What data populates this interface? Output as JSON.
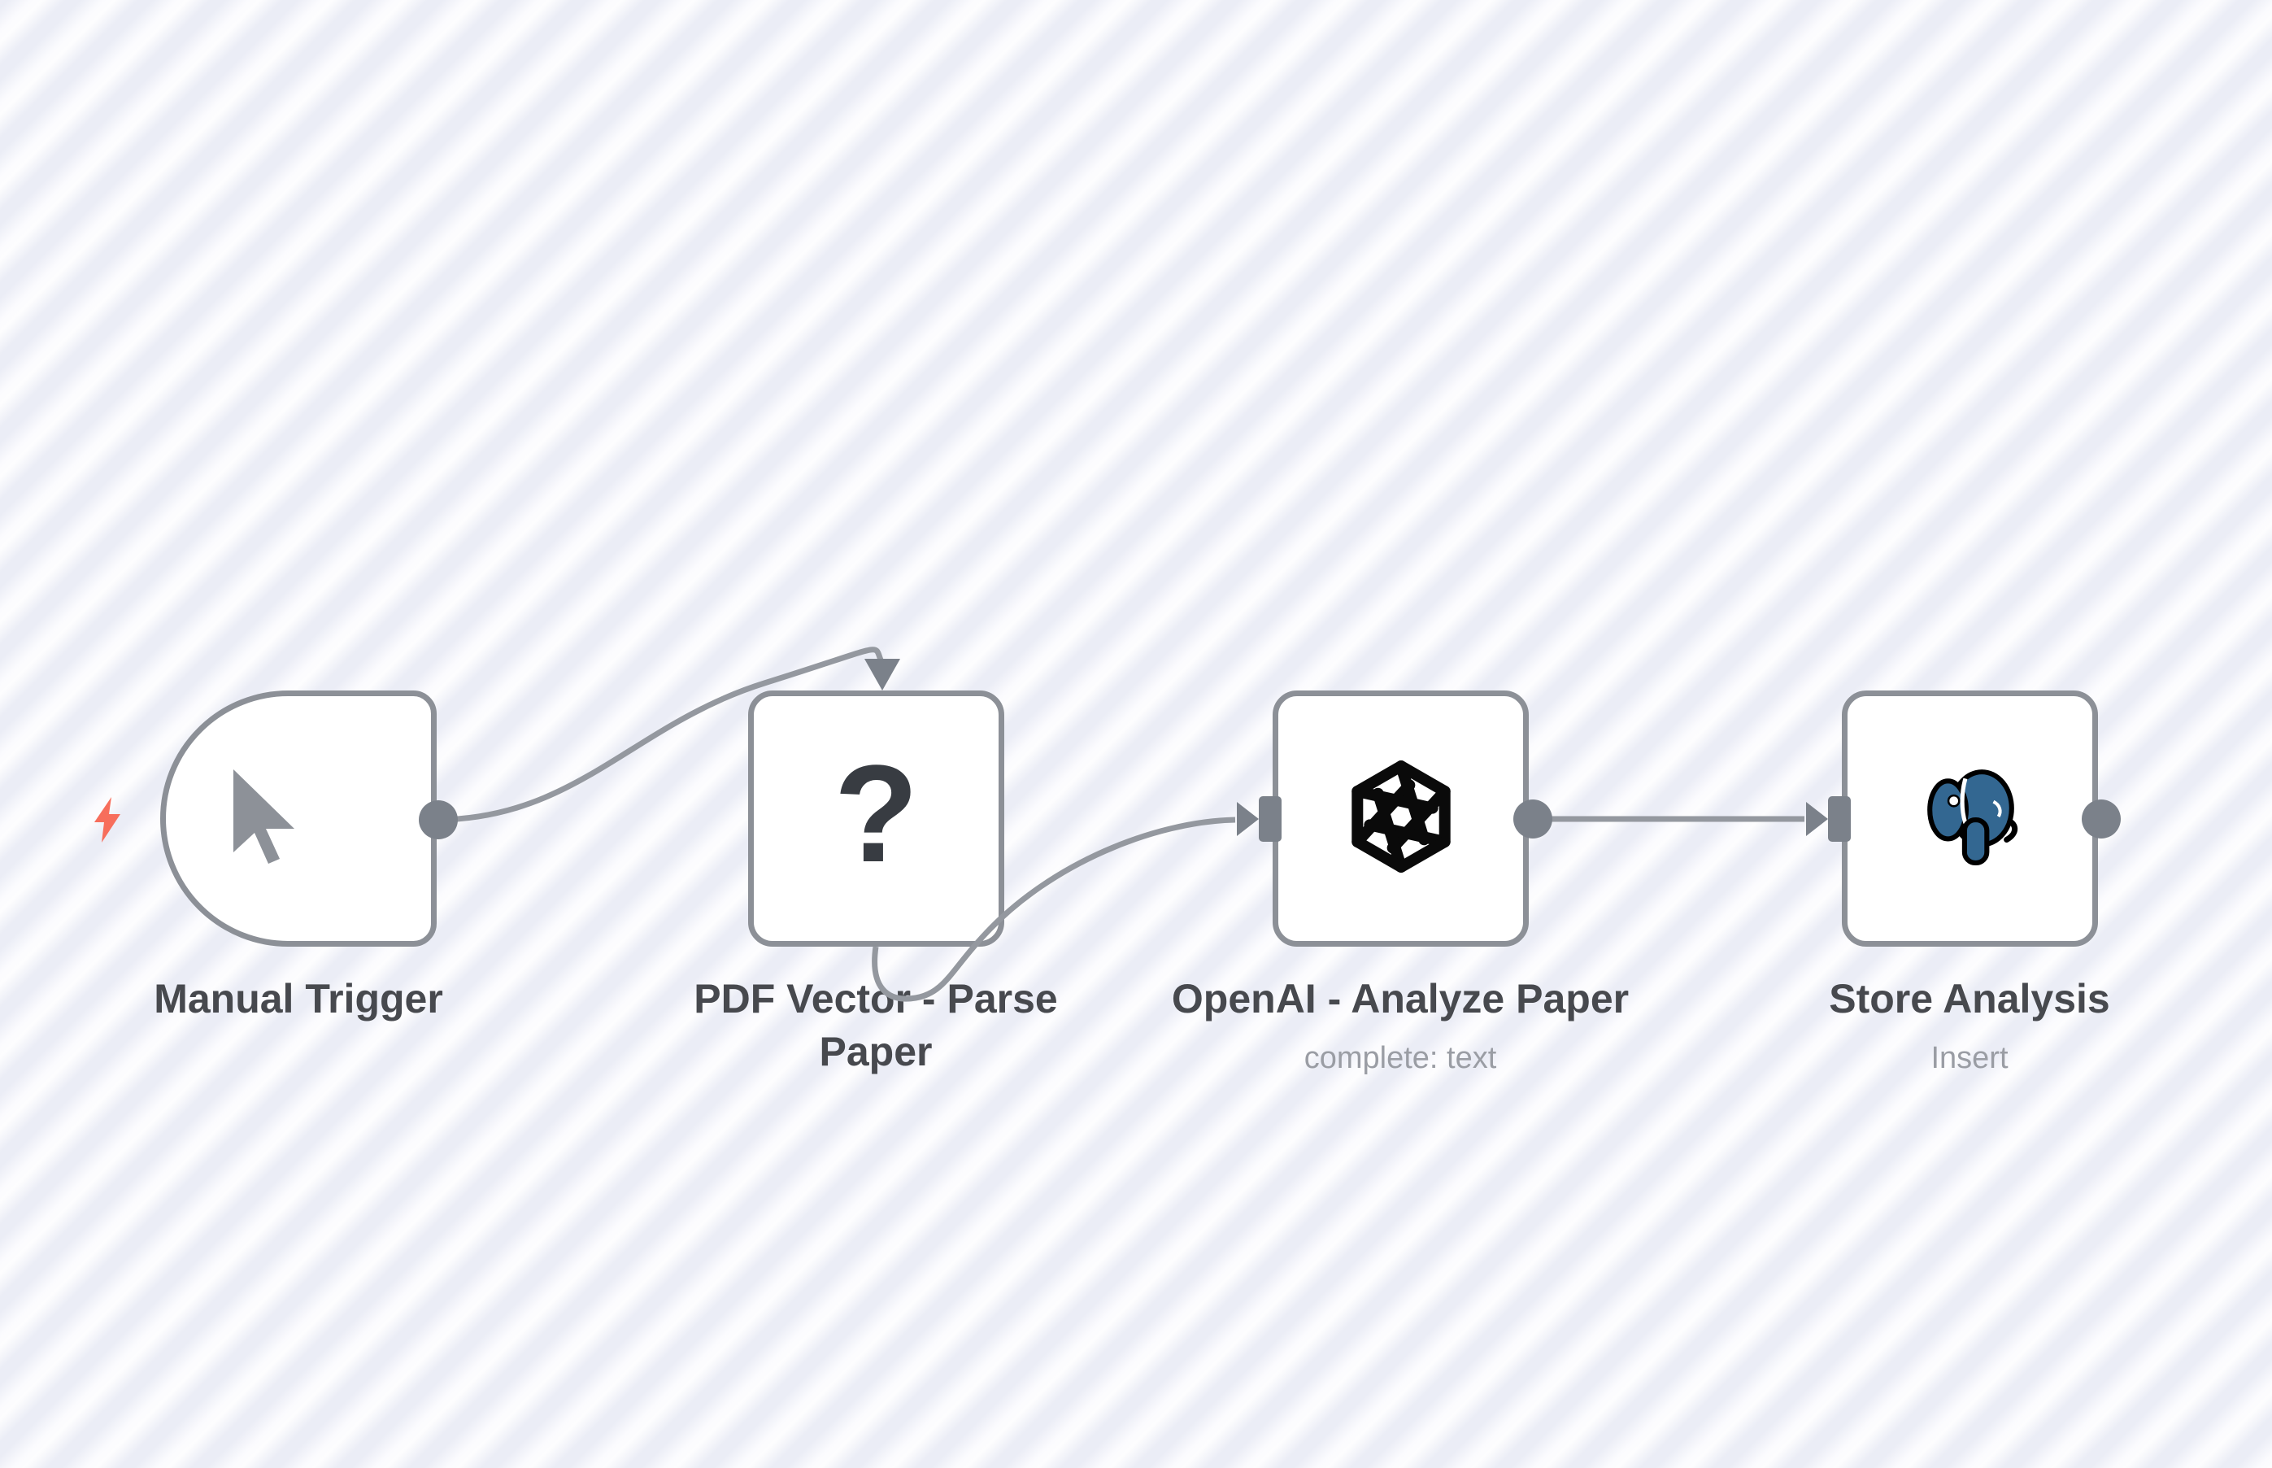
{
  "canvas": {
    "type": "workflow-canvas",
    "background_stripe_light": "#fbfbfe",
    "background_stripe_dark": "#ebedf6"
  },
  "colors": {
    "node_border": "#8c9097",
    "node_background": "#ffffff",
    "wire": "#94989f",
    "port": "#7b818a",
    "label_text": "#47494e",
    "subtitle_text": "#9a9da4",
    "trigger_bolt": "#f76e5c",
    "question_icon": "#383c42",
    "postgres_blue": "#336791",
    "openai_black": "#0a0a0a"
  },
  "nodes": [
    {
      "label": "Manual Trigger",
      "subtitle": "",
      "icon": "cursor-icon"
    },
    {
      "label": "PDF Vector - Parse Paper",
      "subtitle": "",
      "icon": "question-mark-icon",
      "icon_glyph": "?"
    },
    {
      "label": "OpenAI - Analyze Paper",
      "subtitle": "complete: text",
      "icon": "openai-logo-icon"
    },
    {
      "label": "Store Analysis",
      "subtitle": "Insert",
      "icon": "postgresql-logo-icon"
    }
  ],
  "connections": [
    {
      "from": "Manual Trigger",
      "to": "PDF Vector - Parse Paper"
    },
    {
      "from": "PDF Vector - Parse Paper",
      "to": "OpenAI - Analyze Paper"
    },
    {
      "from": "OpenAI - Analyze Paper",
      "to": "Store Analysis"
    }
  ]
}
